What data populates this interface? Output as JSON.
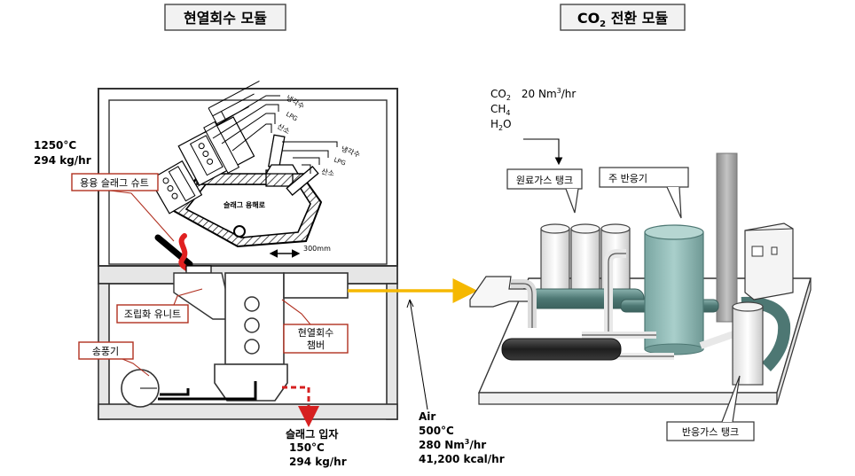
{
  "modules": {
    "heat_recovery": "현열회수 모듈",
    "co2_prefix": "CO",
    "co2_sub": "2",
    "co2_suffix": " 전환 모듈"
  },
  "inlet": {
    "temp": "1250°C",
    "flow": "294 kg/hr"
  },
  "labels": {
    "slag_chute": "용융 슬래그 슈트",
    "assembly_unit": "조립화 유니트",
    "blower": "송풍기",
    "heat_chamber_1": "현열회수",
    "heat_chamber_2": "챔버",
    "melting_furnace": "슬래그 용해로",
    "dim_300mm": "300mm",
    "cooling_water_a": "냉각수",
    "lpg_a": "LPG",
    "oxygen_a": "산소",
    "cooling_water_b": "냉각수",
    "lpg_b": "LPG",
    "oxygen_b": "산소",
    "raw_gas_tank": "원료가스 탱크",
    "main_reactor": "주 반응기",
    "reaction_gas_tank": "반응가스 탱크"
  },
  "slag_output": {
    "title": "슬래그 입자",
    "temp": "150°C",
    "flow": "294 kg/hr"
  },
  "air_output": {
    "title": "Air",
    "temp": "500°C",
    "flow_prefix": "280 Nm",
    "flow_sup": "3",
    "flow_suffix": "/hr",
    "heat": "41,200 kcal/hr"
  },
  "feed_gas": {
    "co2_main": "CO",
    "co2_sub": "2",
    "co2_rate_prefix": "20 Nm",
    "co2_rate_sup": "3",
    "co2_rate_suffix": "/hr",
    "ch4_main": "CH",
    "ch4_sub": "4",
    "h2o_main": "H",
    "h2o_sub": "2",
    "h2o_suffix": "O"
  },
  "colors": {
    "flow_arrow": "#f5b800",
    "slag_out": "#d62020",
    "molten_slag": "#e02020",
    "reactor_body": "#8fb8b4",
    "pipe_teal": "#5e8a86",
    "dark_pipe": "#2c2c2c",
    "chimney": "#a8a8a8"
  }
}
